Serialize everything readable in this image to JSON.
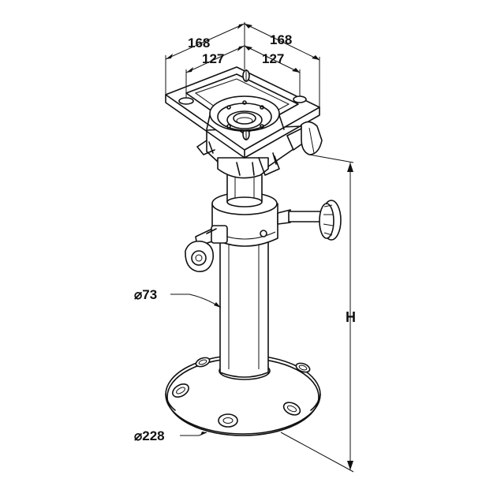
{
  "drawing": {
    "dimensions": {
      "top_left_outer": "168",
      "top_left_inner": "127",
      "top_right_outer": "168",
      "top_right_inner": "127",
      "column_diameter": "⌀73",
      "base_diameter": "⌀228",
      "height": "H"
    },
    "colors": {
      "line": "#111111",
      "background": "#ffffff"
    }
  }
}
